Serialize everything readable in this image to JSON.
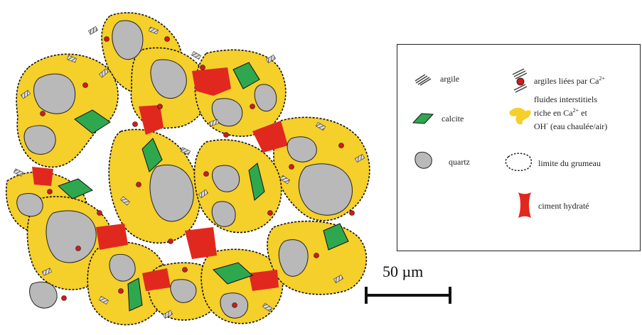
{
  "legend": {
    "argile": "argile",
    "calcite": "calcite",
    "quartz": "quartz",
    "argiles_liees": "argiles liées par Ca",
    "argiles_liees_sup": "2+",
    "fluides_line1": "fluides interstitiels",
    "fluides_line2a": "riche en Ca",
    "fluides_line2_sup": "2+",
    "fluides_line2b": " et",
    "fluides_line3a": "OH",
    "fluides_line3_sup": "-",
    "fluides_line3b": " (eau chaulée/air)",
    "limite": "limite du grumeau",
    "ciment": "ciment hydraté"
  },
  "scale": {
    "label": "50 µm"
  },
  "colors": {
    "quartz": "#b9b9b9",
    "calcite": "#2ea84f",
    "fluid": "#f5cf2a",
    "cement": "#e0281e",
    "clay_dot": "#d11a1a"
  }
}
